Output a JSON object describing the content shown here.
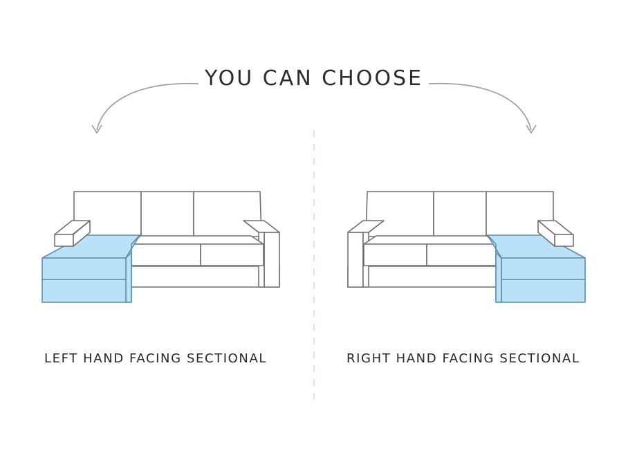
{
  "heading": "YOU CAN CHOOSE",
  "options": [
    {
      "label": "LEFT HAND FACING SECTIONAL",
      "chaise_side": "left"
    },
    {
      "label": "RIGHT HAND FACING SECTIONAL",
      "chaise_side": "right"
    }
  ],
  "colors": {
    "outline": "#6f6f6f",
    "chaise_fill": "#b9e1f7",
    "chaise_stroke": "#5f8fa8",
    "arrow": "#9a9a9a",
    "divider": "#c9dbe6",
    "text": "#262626"
  }
}
